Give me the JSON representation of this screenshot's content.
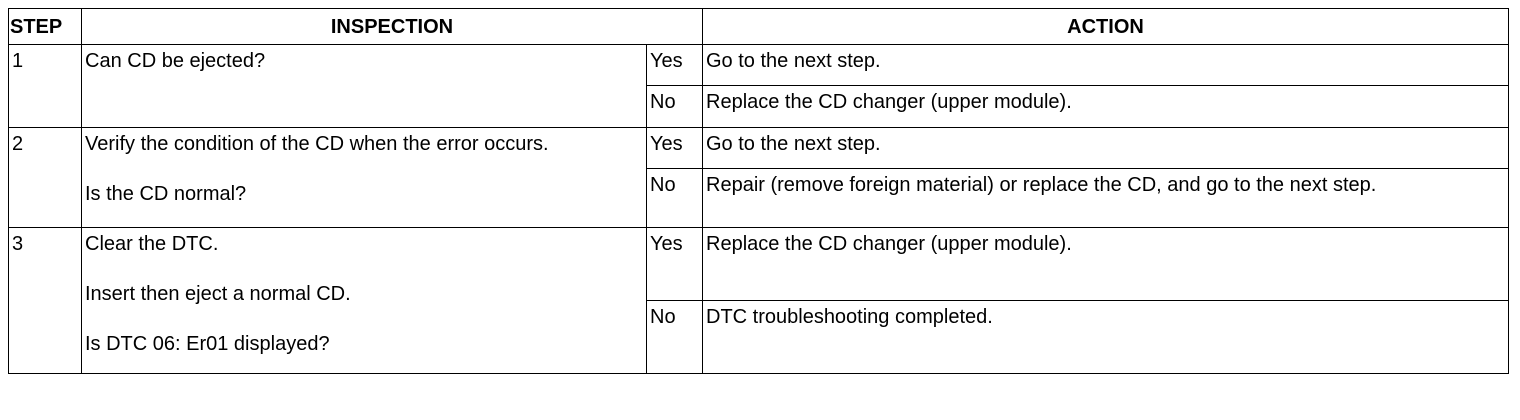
{
  "headers": {
    "step": "STEP",
    "inspection": "INSPECTION",
    "action": "ACTION"
  },
  "steps": [
    {
      "number": "1",
      "inspection": [
        "Can CD be ejected?"
      ],
      "yes": {
        "label": "Yes",
        "action": "Go to the next step."
      },
      "no": {
        "label": "No",
        "action": "Replace the CD changer (upper module)."
      }
    },
    {
      "number": "2",
      "inspection": [
        "Verify the condition of the CD when the error occurs.",
        "Is the CD normal?"
      ],
      "yes": {
        "label": "Yes",
        "action": "Go to the next step."
      },
      "no": {
        "label": "No",
        "action": "Repair (remove foreign material) or replace the CD, and go to the next step."
      }
    },
    {
      "number": "3",
      "inspection": [
        "Clear the DTC.",
        "Insert then eject a normal CD.",
        "Is DTC 06: Er01 displayed?"
      ],
      "yes": {
        "label": "Yes",
        "action": "Replace the CD changer (upper module)."
      },
      "no": {
        "label": "No",
        "action": "DTC troubleshooting completed."
      }
    }
  ]
}
